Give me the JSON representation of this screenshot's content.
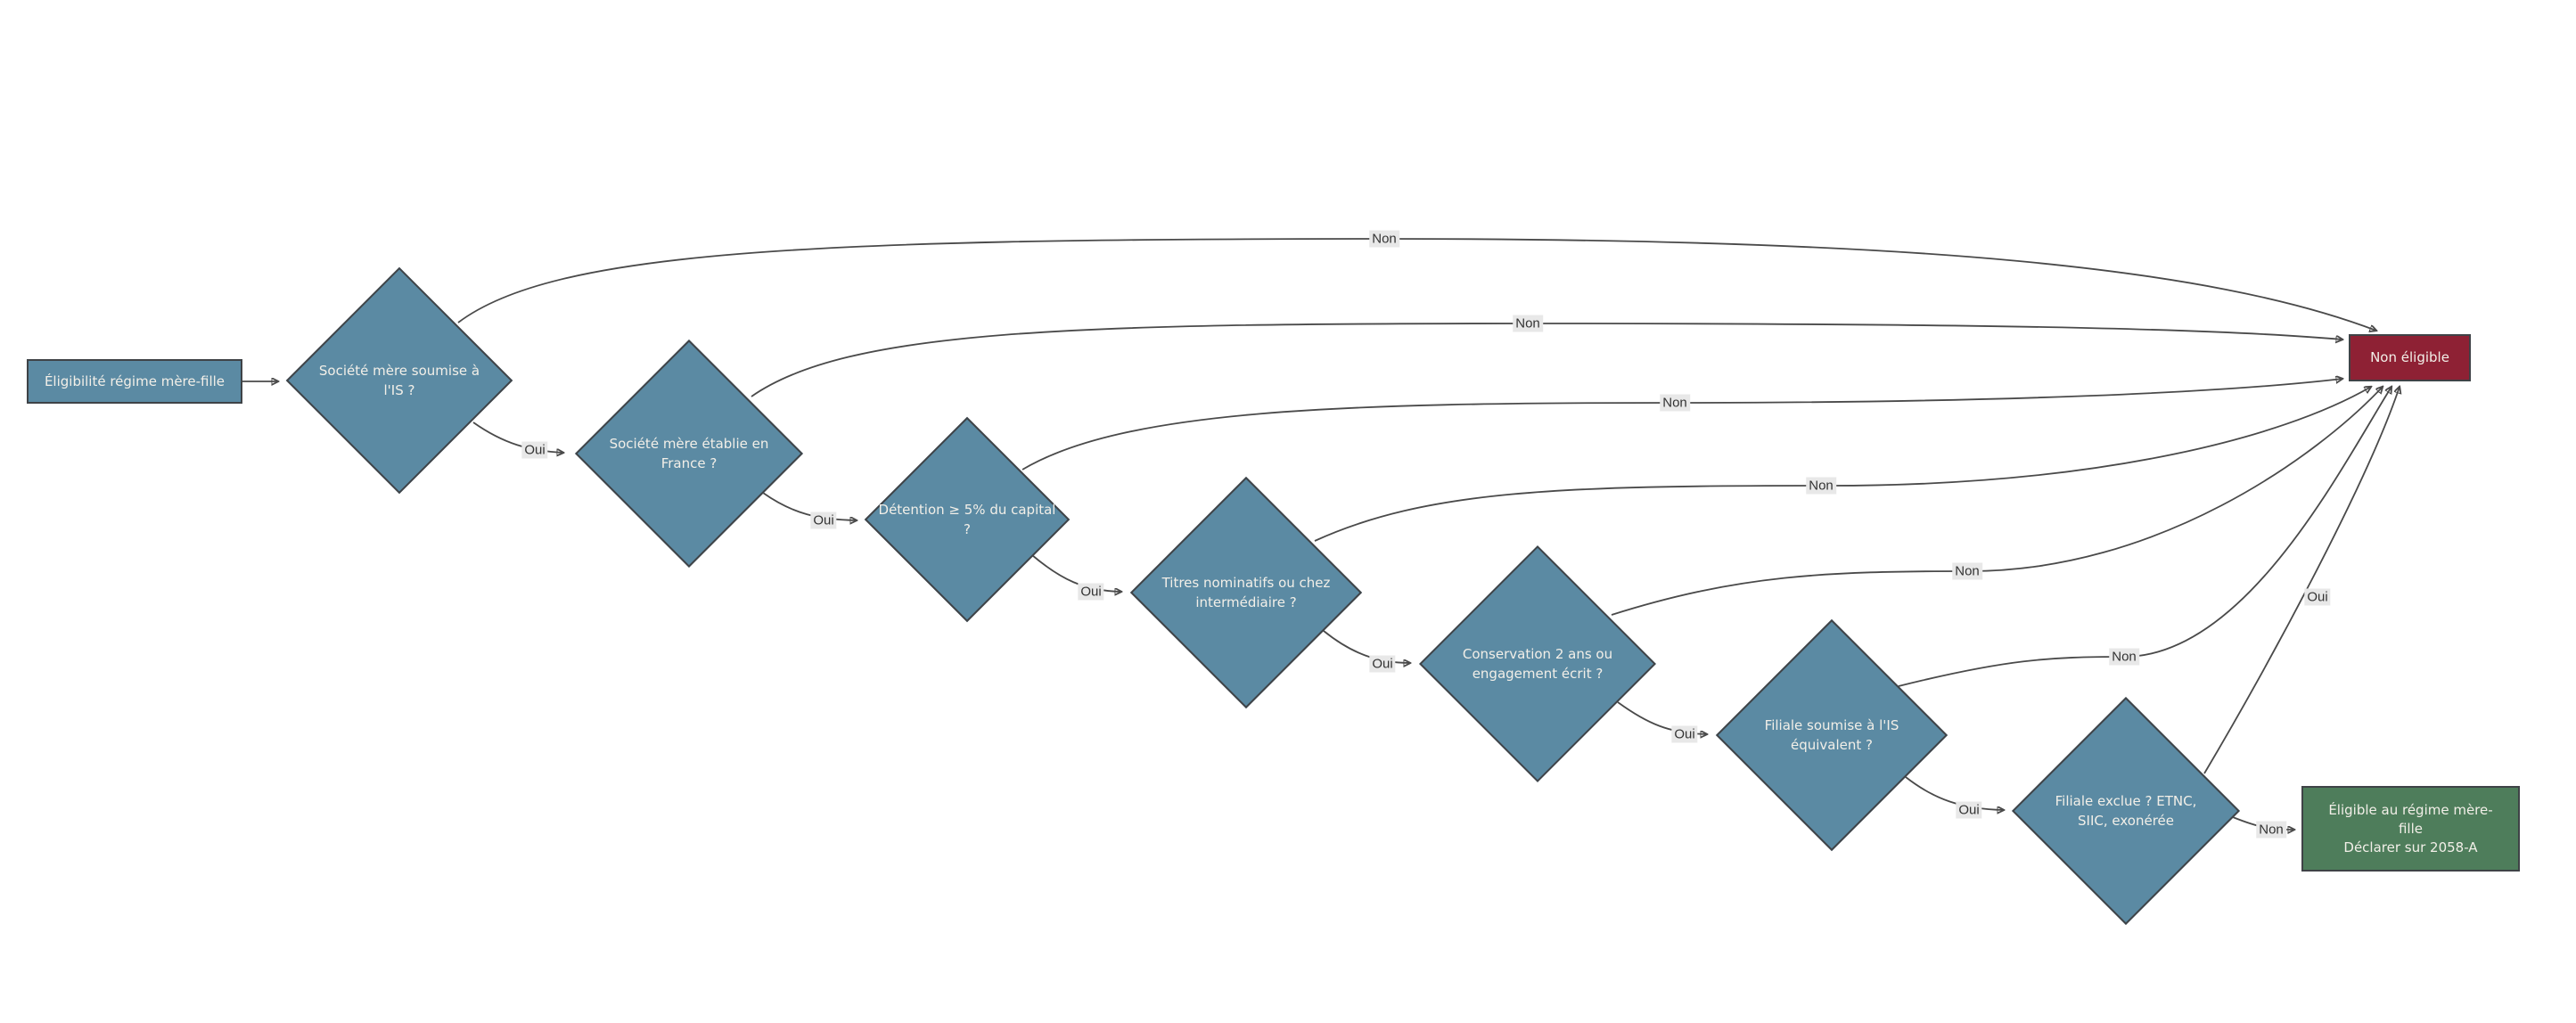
{
  "diagram": {
    "nodes": {
      "start": {
        "label": "Éligibilité régime mère-fille",
        "type": "start"
      },
      "q_is": {
        "label": "Société mère soumise à l'IS ?",
        "type": "decision"
      },
      "q_france": {
        "label": "Société mère établie en France ?",
        "type": "decision"
      },
      "q_detention": {
        "label": "Détention ≥ 5% du capital ?",
        "type": "decision"
      },
      "q_titres": {
        "label": "Titres nominatifs ou chez intermédiaire ?",
        "type": "decision"
      },
      "q_conservation": {
        "label": "Conservation 2 ans ou engagement écrit ?",
        "type": "decision"
      },
      "q_filiale_is": {
        "label": "Filiale soumise à l'IS équivalent ?",
        "type": "decision"
      },
      "q_exclue": {
        "label": "Filiale exclue ? ETNC, SIIC, exonérée",
        "type": "decision"
      },
      "not_eligible": {
        "label": "Non éligible",
        "type": "reject"
      },
      "eligible": {
        "line1": "Éligible au régime mère-fille",
        "line2": "Déclarer sur 2058-A",
        "type": "accept"
      }
    },
    "edges": [
      {
        "from": "start",
        "to": "q_is",
        "label": ""
      },
      {
        "from": "q_is",
        "to": "q_france",
        "label": "Oui"
      },
      {
        "from": "q_france",
        "to": "q_detention",
        "label": "Oui"
      },
      {
        "from": "q_detention",
        "to": "q_titres",
        "label": "Oui"
      },
      {
        "from": "q_titres",
        "to": "q_conservation",
        "label": "Oui"
      },
      {
        "from": "q_conservation",
        "to": "q_filiale_is",
        "label": "Oui"
      },
      {
        "from": "q_filiale_is",
        "to": "q_exclue",
        "label": "Oui"
      },
      {
        "from": "q_is",
        "to": "not_eligible",
        "label": "Non"
      },
      {
        "from": "q_france",
        "to": "not_eligible",
        "label": "Non"
      },
      {
        "from": "q_detention",
        "to": "not_eligible",
        "label": "Non"
      },
      {
        "from": "q_titres",
        "to": "not_eligible",
        "label": "Non"
      },
      {
        "from": "q_conservation",
        "to": "not_eligible",
        "label": "Non"
      },
      {
        "from": "q_filiale_is",
        "to": "not_eligible",
        "label": "Non"
      },
      {
        "from": "q_exclue",
        "to": "not_eligible",
        "label": "Oui"
      },
      {
        "from": "q_exclue",
        "to": "eligible",
        "label": "Non"
      }
    ],
    "colors": {
      "decision_fill": "#5b8aa3",
      "node_border": "#3f4347",
      "reject_fill": "#8e2134",
      "accept_fill": "#4e7d5b",
      "node_text": "#f2efe8",
      "edge_line": "#4a4a4a",
      "edge_label_bg": "#e8e8e8",
      "edge_label_text": "#333333",
      "background": "#ffffff"
    }
  }
}
